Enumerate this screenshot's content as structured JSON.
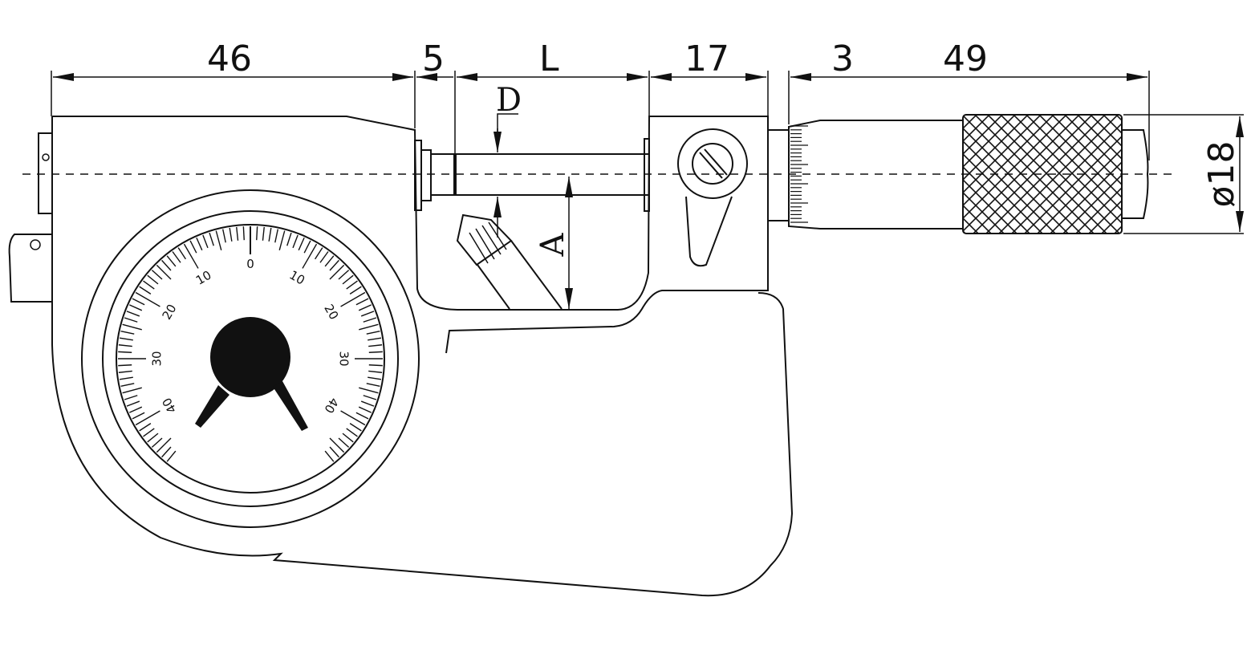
{
  "dimensions": {
    "frame_length": "46",
    "anvil_offset": "5",
    "measuring_length": "L",
    "lock_block": "17",
    "sleeve_offset": "3",
    "thimble_length": "49",
    "spindle_diameter": "D",
    "throat_depth": "A",
    "thimble_diameter": "ø18"
  },
  "dial": {
    "center_label": "0",
    "left_labels": [
      "10",
      "20",
      "30",
      "40"
    ],
    "right_labels": [
      "10",
      "20",
      "30",
      "40"
    ],
    "divisions_per_side": 47
  },
  "colors": {
    "line": "#111111",
    "background": "#ffffff"
  }
}
